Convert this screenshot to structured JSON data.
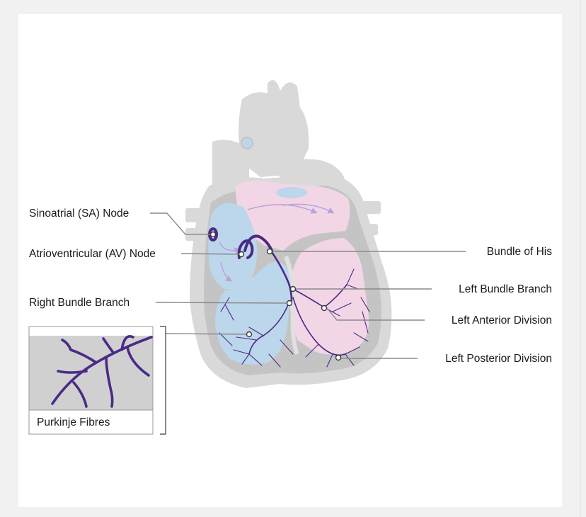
{
  "labels": {
    "sa_node": "Sinoatrial (SA) Node",
    "av_node": "Atrioventricular (AV) Node",
    "right_bundle": "Right Bundle Branch",
    "bundle_his": "Bundle of His",
    "left_bundle": "Left Bundle Branch",
    "left_anterior": "Left Anterior Division",
    "left_posterior": "Left Posterior Division",
    "purkinje": "Purkinje Fibres"
  },
  "colors": {
    "background": "#f1f1f1",
    "panel": "#ffffff",
    "heart_outer": "#d9d9d9",
    "heart_wall": "#c4c4c4",
    "right_chambers": "#bcd6ec",
    "left_chambers": "#f2d6e6",
    "conduction": "#4b2a86",
    "flow_arrows": "#b9a3d8",
    "leader_lines": "#8a8a8a"
  }
}
